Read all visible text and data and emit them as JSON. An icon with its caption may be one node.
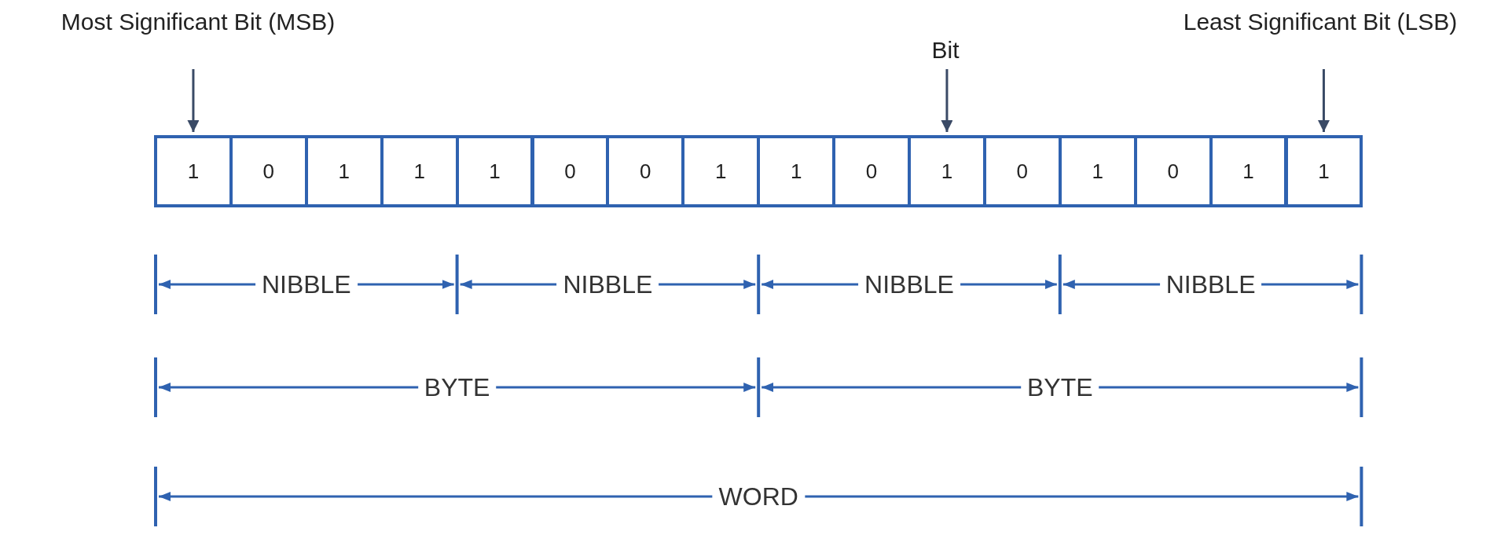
{
  "diagram": {
    "nodes": [
      {
        "text": [
          "Most Significant Bit (MSB)"
        ]
      },
      {
        "text": [
          "Bit"
        ]
      },
      {
        "text": [
          "Least Significant Bit (LSB)"
        ]
      },
      {
        "text": [
          "1"
        ]
      },
      {
        "text": [
          "0"
        ]
      },
      {
        "text": [
          "1"
        ]
      },
      {
        "text": [
          "1"
        ]
      },
      {
        "text": [
          "1"
        ]
      },
      {
        "text": [
          "0"
        ]
      },
      {
        "text": [
          "0"
        ]
      },
      {
        "text": [
          "1"
        ]
      },
      {
        "text": [
          "1"
        ]
      },
      {
        "text": [
          "0"
        ]
      },
      {
        "text": [
          "1"
        ]
      },
      {
        "text": [
          "0"
        ]
      },
      {
        "text": [
          "1"
        ]
      },
      {
        "text": [
          "0"
        ]
      },
      {
        "text": [
          "1"
        ]
      },
      {
        "text": [
          "1"
        ]
      }
    ],
    "edges": [
      {
        "from": 0,
        "to": 3,
        "arrow": "to"
      },
      {
        "from": 1,
        "to": 13,
        "arrow": "to"
      },
      {
        "from": 2,
        "to": 18,
        "arrow": "to"
      }
    ],
    "labels": [
      "NIBBLE",
      "NIBBLE",
      "NIBBLE",
      "NIBBLE",
      "BYTE",
      "BYTE",
      "WORD"
    ]
  }
}
